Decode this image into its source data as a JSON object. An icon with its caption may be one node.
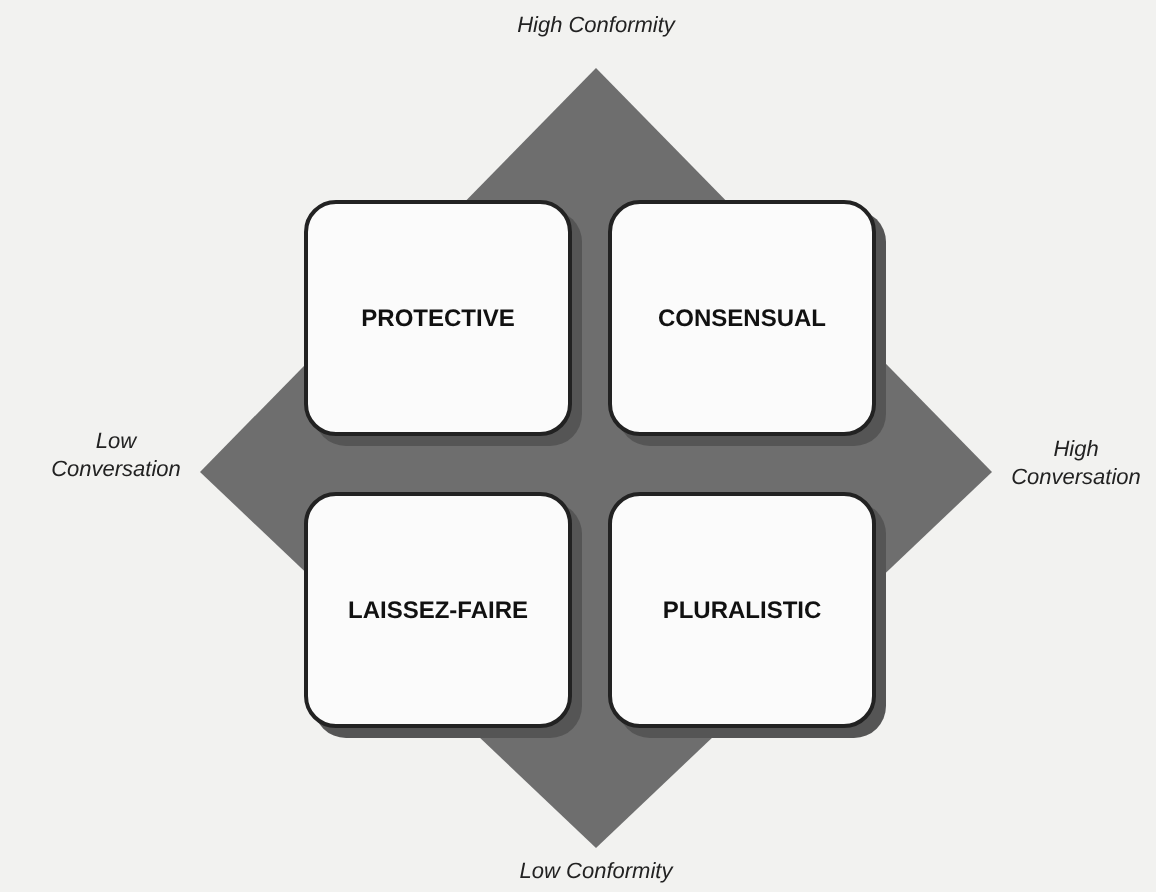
{
  "diagram": {
    "nodes": [
      {
        "text": [
          "PROTECTIVE"
        ]
      },
      {
        "text": [
          "CONSENSUAL"
        ]
      },
      {
        "text": [
          "LAISSEZ-FAIRE"
        ]
      },
      {
        "text": [
          "PLURALISTIC"
        ]
      }
    ],
    "labels": [
      "High Conformity",
      "Low Conversation",
      "High Conversation",
      "Low Conformity"
    ]
  }
}
